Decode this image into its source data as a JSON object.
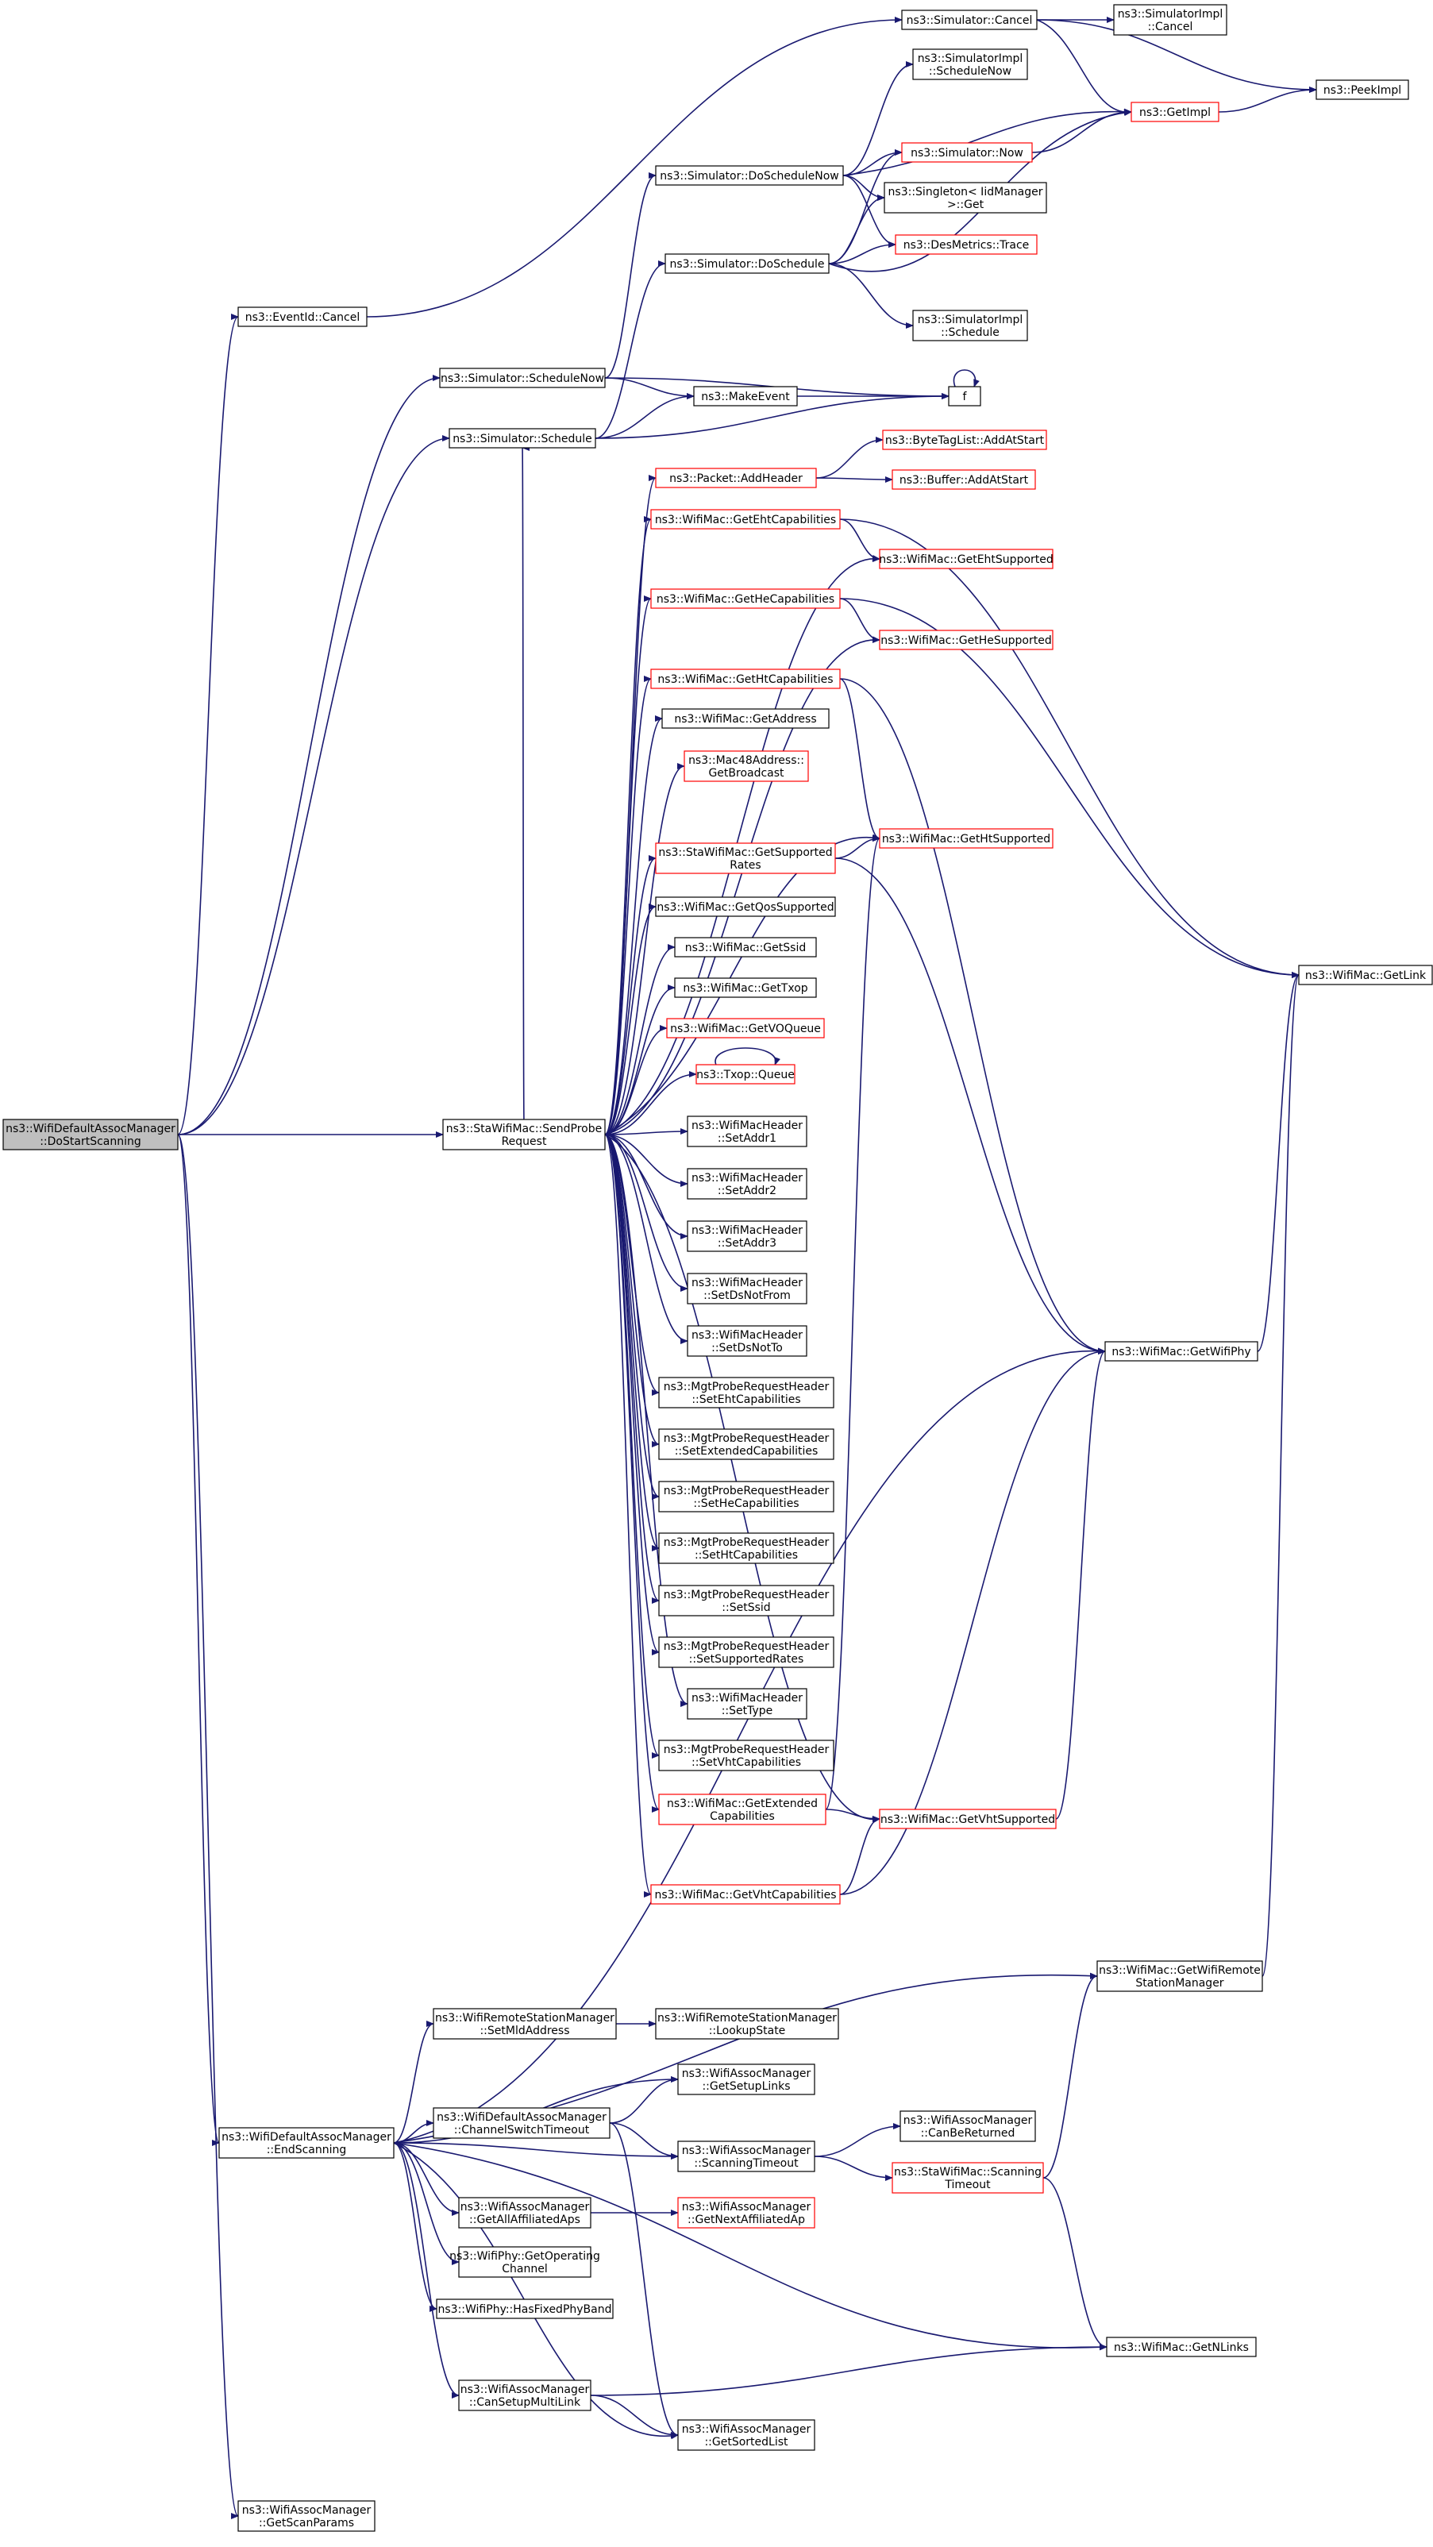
{
  "colors": {
    "edge": "#191970",
    "node_border": "#000000",
    "truncated_border": "#ff0000",
    "root_fill": "#bfbfbf",
    "node_fill": "#ffffff"
  },
  "nodes": [
    {
      "id": "root",
      "lines": [
        "ns3::WifiDefaultAssocManager",
        "::DoStartScanning"
      ],
      "style": "root"
    },
    {
      "id": "eid_cancel",
      "lines": [
        "ns3::EventId::Cancel"
      ],
      "style": "normal"
    },
    {
      "id": "sim_cancel",
      "lines": [
        "ns3::Simulator::Cancel"
      ],
      "style": "normal"
    },
    {
      "id": "simimpl_cancel",
      "lines": [
        "ns3::SimulatorImpl",
        "::Cancel"
      ],
      "style": "normal"
    },
    {
      "id": "peekimpl",
      "lines": [
        "ns3::PeekImpl"
      ],
      "style": "normal"
    },
    {
      "id": "simimpl_schednow",
      "lines": [
        "ns3::SimulatorImpl",
        "::ScheduleNow"
      ],
      "style": "normal"
    },
    {
      "id": "getimpl",
      "lines": [
        "ns3::GetImpl"
      ],
      "style": "trunc"
    },
    {
      "id": "sim_doschednow",
      "lines": [
        "ns3::Simulator::DoScheduleNow"
      ],
      "style": "normal"
    },
    {
      "id": "sim_now",
      "lines": [
        "ns3::Simulator::Now"
      ],
      "style": "trunc"
    },
    {
      "id": "singleton",
      "lines": [
        "ns3::Singleton< IidManager",
        ">::Get"
      ],
      "style": "normal"
    },
    {
      "id": "sim_dosched",
      "lines": [
        "ns3::Simulator::DoSchedule"
      ],
      "style": "normal"
    },
    {
      "id": "desmetrics",
      "lines": [
        "ns3::DesMetrics::Trace"
      ],
      "style": "trunc"
    },
    {
      "id": "simimpl_sched",
      "lines": [
        "ns3::SimulatorImpl",
        "::Schedule"
      ],
      "style": "normal"
    },
    {
      "id": "sim_schednow",
      "lines": [
        "ns3::Simulator::ScheduleNow"
      ],
      "style": "normal"
    },
    {
      "id": "makeevent",
      "lines": [
        "ns3::MakeEvent"
      ],
      "style": "normal"
    },
    {
      "id": "f",
      "lines": [
        "f"
      ],
      "style": "normal"
    },
    {
      "id": "sim_sched",
      "lines": [
        "ns3::Simulator::Schedule"
      ],
      "style": "normal"
    },
    {
      "id": "bytetag",
      "lines": [
        "ns3::ByteTagList::AddAtStart"
      ],
      "style": "trunc"
    },
    {
      "id": "pkt_addheader",
      "lines": [
        "ns3::Packet::AddHeader"
      ],
      "style": "trunc"
    },
    {
      "id": "buf_addatstart",
      "lines": [
        "ns3::Buffer::AddAtStart"
      ],
      "style": "trunc"
    },
    {
      "id": "geteht",
      "lines": [
        "ns3::WifiMac::GetEhtCapabilities"
      ],
      "style": "trunc"
    },
    {
      "id": "getehtsup",
      "lines": [
        "ns3::WifiMac::GetEhtSupported"
      ],
      "style": "trunc"
    },
    {
      "id": "gethe",
      "lines": [
        "ns3::WifiMac::GetHeCapabilities"
      ],
      "style": "trunc"
    },
    {
      "id": "gethesup",
      "lines": [
        "ns3::WifiMac::GetHeSupported"
      ],
      "style": "trunc"
    },
    {
      "id": "getht",
      "lines": [
        "ns3::WifiMac::GetHtCapabilities"
      ],
      "style": "trunc"
    },
    {
      "id": "getaddr",
      "lines": [
        "ns3::WifiMac::GetAddress"
      ],
      "style": "normal"
    },
    {
      "id": "mac48",
      "lines": [
        "ns3::Mac48Address::",
        "GetBroadcast"
      ],
      "style": "trunc"
    },
    {
      "id": "getsuprates",
      "lines": [
        "ns3::StaWifiMac::GetSupported",
        "Rates"
      ],
      "style": "trunc"
    },
    {
      "id": "gethtsup",
      "lines": [
        "ns3::WifiMac::GetHtSupported"
      ],
      "style": "trunc"
    },
    {
      "id": "getlink",
      "lines": [
        "ns3::WifiMac::GetLink"
      ],
      "style": "normal"
    },
    {
      "id": "getqos",
      "lines": [
        "ns3::WifiMac::GetQosSupported"
      ],
      "style": "normal"
    },
    {
      "id": "getssid",
      "lines": [
        "ns3::WifiMac::GetSsid"
      ],
      "style": "normal"
    },
    {
      "id": "gettxop",
      "lines": [
        "ns3::WifiMac::GetTxop"
      ],
      "style": "normal"
    },
    {
      "id": "getvo",
      "lines": [
        "ns3::WifiMac::GetVOQueue"
      ],
      "style": "trunc"
    },
    {
      "id": "txopq",
      "lines": [
        "ns3::Txop::Queue"
      ],
      "style": "trunc"
    },
    {
      "id": "sendprobe",
      "lines": [
        "ns3::StaWifiMac::SendProbe",
        "Request"
      ],
      "style": "normal"
    },
    {
      "id": "setaddr1",
      "lines": [
        "ns3::WifiMacHeader",
        "::SetAddr1"
      ],
      "style": "normal"
    },
    {
      "id": "setaddr2",
      "lines": [
        "ns3::WifiMacHeader",
        "::SetAddr2"
      ],
      "style": "normal"
    },
    {
      "id": "setaddr3",
      "lines": [
        "ns3::WifiMacHeader",
        "::SetAddr3"
      ],
      "style": "normal"
    },
    {
      "id": "setdsnotfrom",
      "lines": [
        "ns3::WifiMacHeader",
        "::SetDsNotFrom"
      ],
      "style": "normal"
    },
    {
      "id": "setdsnotto",
      "lines": [
        "ns3::WifiMacHeader",
        "::SetDsNotTo"
      ],
      "style": "normal"
    },
    {
      "id": "getwifiphy",
      "lines": [
        "ns3::WifiMac::GetWifiPhy"
      ],
      "style": "normal"
    },
    {
      "id": "mp_seteht",
      "lines": [
        "ns3::MgtProbeRequestHeader",
        "::SetEhtCapabilities"
      ],
      "style": "normal"
    },
    {
      "id": "mp_setext",
      "lines": [
        "ns3::MgtProbeRequestHeader",
        "::SetExtendedCapabilities"
      ],
      "style": "normal"
    },
    {
      "id": "mp_sethe",
      "lines": [
        "ns3::MgtProbeRequestHeader",
        "::SetHeCapabilities"
      ],
      "style": "normal"
    },
    {
      "id": "mp_setht",
      "lines": [
        "ns3::MgtProbeRequestHeader",
        "::SetHtCapabilities"
      ],
      "style": "normal"
    },
    {
      "id": "mp_setssid",
      "lines": [
        "ns3::MgtProbeRequestHeader",
        "::SetSsid"
      ],
      "style": "normal"
    },
    {
      "id": "mp_setrates",
      "lines": [
        "ns3::MgtProbeRequestHeader",
        "::SetSupportedRates"
      ],
      "style": "normal"
    },
    {
      "id": "settype",
      "lines": [
        "ns3::WifiMacHeader",
        "::SetType"
      ],
      "style": "normal"
    },
    {
      "id": "mp_setvht",
      "lines": [
        "ns3::MgtProbeRequestHeader",
        "::SetVhtCapabilities"
      ],
      "style": "normal"
    },
    {
      "id": "getext",
      "lines": [
        "ns3::WifiMac::GetExtended",
        "Capabilities"
      ],
      "style": "trunc"
    },
    {
      "id": "getvhtsup",
      "lines": [
        "ns3::WifiMac::GetVhtSupported"
      ],
      "style": "trunc"
    },
    {
      "id": "getvht",
      "lines": [
        "ns3::WifiMac::GetVhtCapabilities"
      ],
      "style": "trunc"
    },
    {
      "id": "getremote",
      "lines": [
        "ns3::WifiMac::GetWifiRemote",
        "StationManager"
      ],
      "style": "normal"
    },
    {
      "id": "setmld",
      "lines": [
        "ns3::WifiRemoteStationManager",
        "::SetMldAddress"
      ],
      "style": "normal"
    },
    {
      "id": "lookup",
      "lines": [
        "ns3::WifiRemoteStationManager",
        "::LookupState"
      ],
      "style": "normal"
    },
    {
      "id": "getsetuplinks",
      "lines": [
        "ns3::WifiAssocManager",
        "::GetSetupLinks"
      ],
      "style": "normal"
    },
    {
      "id": "endscanning",
      "lines": [
        "ns3::WifiDefaultAssocManager",
        "::EndScanning"
      ],
      "style": "normal"
    },
    {
      "id": "chswitch",
      "lines": [
        "ns3::WifiDefaultAssocManager",
        "::ChannelSwitchTimeout"
      ],
      "style": "normal"
    },
    {
      "id": "canbereturned",
      "lines": [
        "ns3::WifiAssocManager",
        "::CanBeReturned"
      ],
      "style": "normal"
    },
    {
      "id": "scantimeout",
      "lines": [
        "ns3::WifiAssocManager",
        "::ScanningTimeout"
      ],
      "style": "normal"
    },
    {
      "id": "stascantimeout",
      "lines": [
        "ns3::StaWifiMac::Scanning",
        "Timeout"
      ],
      "style": "trunc"
    },
    {
      "id": "getallaff",
      "lines": [
        "ns3::WifiAssocManager",
        "::GetAllAffiliatedAps"
      ],
      "style": "normal"
    },
    {
      "id": "getnextaff",
      "lines": [
        "ns3::WifiAssocManager",
        "::GetNextAffiliatedAp"
      ],
      "style": "trunc"
    },
    {
      "id": "getopch",
      "lines": [
        "ns3::WifiPhy::GetOperating",
        "Channel"
      ],
      "style": "normal"
    },
    {
      "id": "hasfixed",
      "lines": [
        "ns3::WifiPhy::HasFixedPhyBand"
      ],
      "style": "normal"
    },
    {
      "id": "getnlinks",
      "lines": [
        "ns3::WifiMac::GetNLinks"
      ],
      "style": "normal"
    },
    {
      "id": "cansetup",
      "lines": [
        "ns3::WifiAssocManager",
        "::CanSetupMultiLink"
      ],
      "style": "normal"
    },
    {
      "id": "getsorted",
      "lines": [
        "ns3::WifiAssocManager",
        "::GetSortedList"
      ],
      "style": "normal"
    },
    {
      "id": "getscanparams",
      "lines": [
        "ns3::WifiAssocManager",
        "::GetScanParams"
      ],
      "style": "normal"
    }
  ],
  "edges": [
    [
      "root",
      "eid_cancel"
    ],
    [
      "root",
      "sim_schednow"
    ],
    [
      "root",
      "sim_sched"
    ],
    [
      "root",
      "sendprobe"
    ],
    [
      "root",
      "endscanning"
    ],
    [
      "root",
      "getscanparams"
    ],
    [
      "eid_cancel",
      "sim_cancel"
    ],
    [
      "sim_cancel",
      "simimpl_cancel"
    ],
    [
      "sim_cancel",
      "peekimpl"
    ],
    [
      "sim_cancel",
      "getimpl"
    ],
    [
      "getimpl",
      "peekimpl"
    ],
    [
      "sim_doschednow",
      "simimpl_schednow"
    ],
    [
      "sim_doschednow",
      "getimpl"
    ],
    [
      "sim_doschednow",
      "sim_now"
    ],
    [
      "sim_doschednow",
      "singleton"
    ],
    [
      "sim_doschednow",
      "desmetrics"
    ],
    [
      "sim_now",
      "getimpl"
    ],
    [
      "sim_dosched",
      "sim_now"
    ],
    [
      "sim_dosched",
      "singleton"
    ],
    [
      "sim_dosched",
      "desmetrics"
    ],
    [
      "sim_dosched",
      "getimpl"
    ],
    [
      "sim_dosched",
      "simimpl_sched"
    ],
    [
      "sim_schednow",
      "sim_doschednow"
    ],
    [
      "sim_schednow",
      "makeevent"
    ],
    [
      "sim_schednow",
      "f"
    ],
    [
      "sim_sched",
      "sim_dosched"
    ],
    [
      "sim_sched",
      "makeevent"
    ],
    [
      "sim_sched",
      "f"
    ],
    [
      "makeevent",
      "f"
    ],
    [
      "f",
      "f"
    ],
    [
      "pkt_addheader",
      "bytetag"
    ],
    [
      "pkt_addheader",
      "buf_addatstart"
    ],
    [
      "geteht",
      "getehtsup"
    ],
    [
      "geteht",
      "getlink"
    ],
    [
      "gethe",
      "gethesup"
    ],
    [
      "gethe",
      "getlink"
    ],
    [
      "getht",
      "gethtsup"
    ],
    [
      "getht",
      "getwifiphy"
    ],
    [
      "getsuprates",
      "gethtsup"
    ],
    [
      "getsuprates",
      "getwifiphy"
    ],
    [
      "txopq",
      "txopq"
    ],
    [
      "sendprobe",
      "sim_sched"
    ],
    [
      "sendprobe",
      "pkt_addheader"
    ],
    [
      "sendprobe",
      "geteht"
    ],
    [
      "sendprobe",
      "getehtsup"
    ],
    [
      "sendprobe",
      "gethe"
    ],
    [
      "sendprobe",
      "gethesup"
    ],
    [
      "sendprobe",
      "getht"
    ],
    [
      "sendprobe",
      "getaddr"
    ],
    [
      "sendprobe",
      "mac48"
    ],
    [
      "sendprobe",
      "getsuprates"
    ],
    [
      "sendprobe",
      "gethtsup"
    ],
    [
      "sendprobe",
      "getqos"
    ],
    [
      "sendprobe",
      "getssid"
    ],
    [
      "sendprobe",
      "gettxop"
    ],
    [
      "sendprobe",
      "getvo"
    ],
    [
      "sendprobe",
      "txopq"
    ],
    [
      "sendprobe",
      "setaddr1"
    ],
    [
      "sendprobe",
      "setaddr2"
    ],
    [
      "sendprobe",
      "setaddr3"
    ],
    [
      "sendprobe",
      "setdsnotfrom"
    ],
    [
      "sendprobe",
      "setdsnotto"
    ],
    [
      "sendprobe",
      "mp_seteht"
    ],
    [
      "sendprobe",
      "mp_setext"
    ],
    [
      "sendprobe",
      "mp_sethe"
    ],
    [
      "sendprobe",
      "mp_setht"
    ],
    [
      "sendprobe",
      "mp_setssid"
    ],
    [
      "sendprobe",
      "mp_setrates"
    ],
    [
      "sendprobe",
      "settype"
    ],
    [
      "sendprobe",
      "mp_setvht"
    ],
    [
      "sendprobe",
      "getext"
    ],
    [
      "sendprobe",
      "getvhtsup"
    ],
    [
      "sendprobe",
      "getvht"
    ],
    [
      "getwifiphy",
      "getlink"
    ],
    [
      "getext",
      "gethtsup"
    ],
    [
      "getext",
      "getvhtsup"
    ],
    [
      "getvhtsup",
      "getwifiphy"
    ],
    [
      "getvht",
      "getvhtsup"
    ],
    [
      "getvht",
      "getwifiphy"
    ],
    [
      "endscanning",
      "getwifiphy"
    ],
    [
      "endscanning",
      "getremote"
    ],
    [
      "endscanning",
      "setmld"
    ],
    [
      "endscanning",
      "getsetuplinks"
    ],
    [
      "endscanning",
      "chswitch"
    ],
    [
      "endscanning",
      "scantimeout"
    ],
    [
      "endscanning",
      "getallaff"
    ],
    [
      "endscanning",
      "getopch"
    ],
    [
      "endscanning",
      "hasfixed"
    ],
    [
      "endscanning",
      "getnlinks"
    ],
    [
      "endscanning",
      "cansetup"
    ],
    [
      "endscanning",
      "getsorted"
    ],
    [
      "getremote",
      "getlink"
    ],
    [
      "setmld",
      "lookup"
    ],
    [
      "chswitch",
      "getsetuplinks"
    ],
    [
      "chswitch",
      "scantimeout"
    ],
    [
      "chswitch",
      "getsorted"
    ],
    [
      "scantimeout",
      "canbereturned"
    ],
    [
      "scantimeout",
      "stascantimeout"
    ],
    [
      "stascantimeout",
      "getremote"
    ],
    [
      "stascantimeout",
      "getnlinks"
    ],
    [
      "getallaff",
      "getnextaff"
    ],
    [
      "cansetup",
      "getnlinks"
    ],
    [
      "cansetup",
      "getsorted"
    ]
  ]
}
